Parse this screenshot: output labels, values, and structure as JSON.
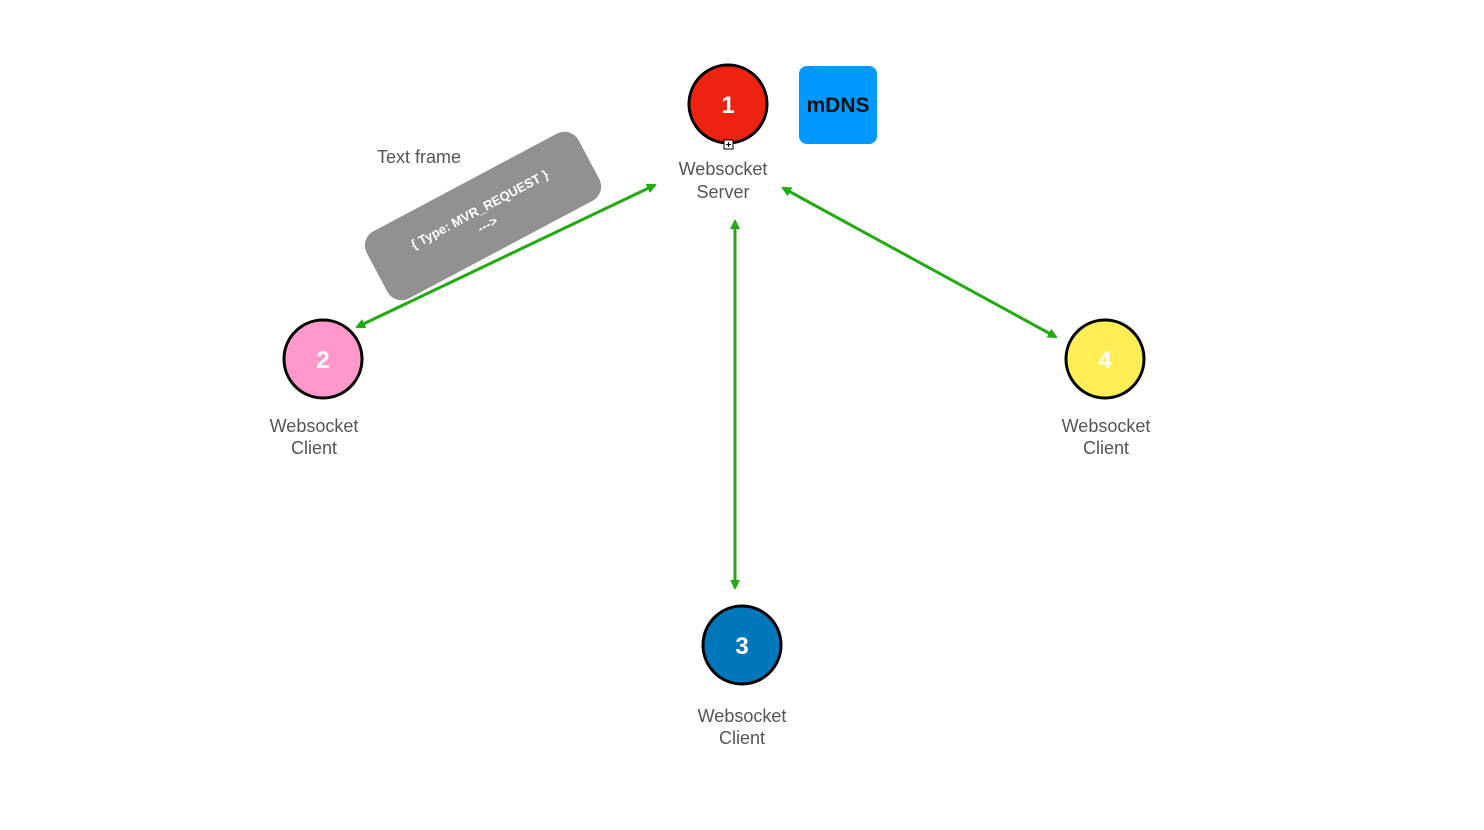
{
  "nodes": {
    "server": {
      "number": "1",
      "label_line1": "Websocket",
      "label_line2": "Server",
      "color": "#ee2211"
    },
    "client2": {
      "number": "2",
      "label_line1": "Websocket",
      "label_line2": "Client",
      "color": "#ff99cc"
    },
    "client3": {
      "number": "3",
      "label_line1": "Websocket",
      "label_line2": "Client",
      "color": "#0077bb"
    },
    "client4": {
      "number": "4",
      "label_line1": "Websocket",
      "label_line2": "Client",
      "color": "#ffee55"
    }
  },
  "mdns": {
    "label": "mDNS",
    "color": "#0099ff"
  },
  "text_frame": {
    "title": "Text frame",
    "line1": "{ Type: MVR_REQUEST }",
    "line2": "--->",
    "color": "#919191"
  },
  "connector_color": "#22aa11",
  "connections": [
    {
      "from": "server",
      "to": "client2"
    },
    {
      "from": "server",
      "to": "client3"
    },
    {
      "from": "server",
      "to": "client4"
    }
  ]
}
